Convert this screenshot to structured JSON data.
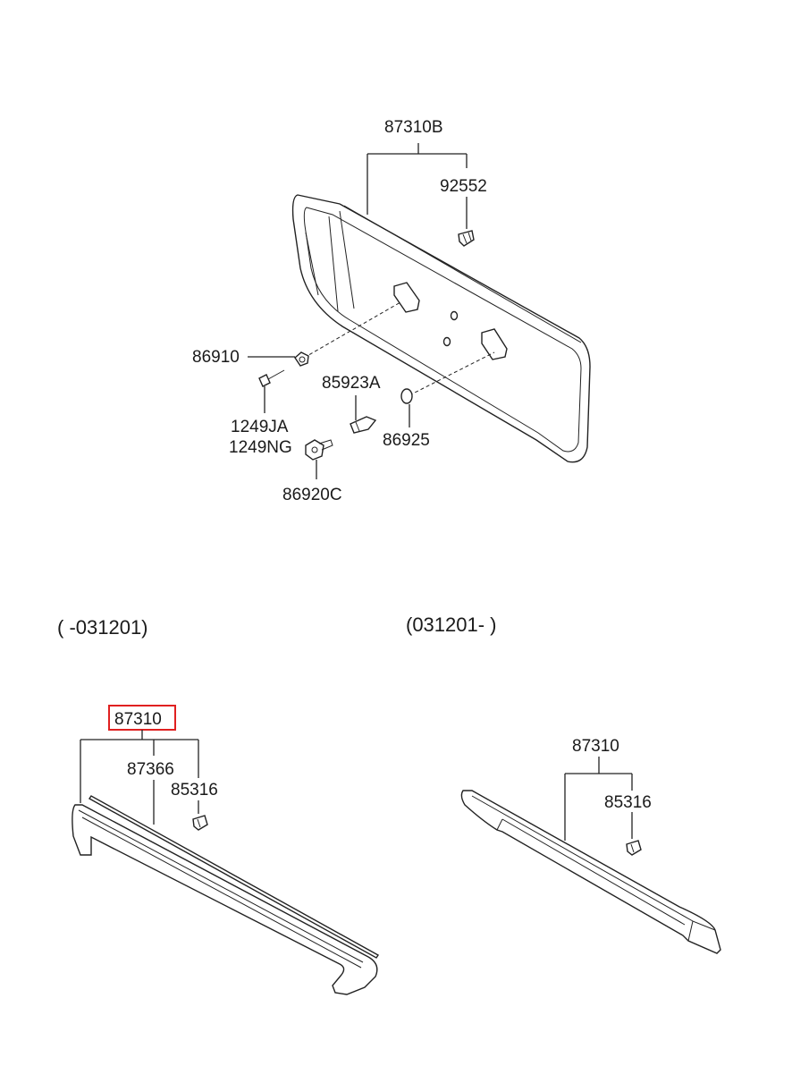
{
  "upper_assembly": {
    "labels": {
      "garnish_assy": "87310B",
      "clip_top": "92552",
      "bolt": "86910",
      "screw_codes": [
        "1249JA",
        "1249NG"
      ],
      "bushing": "85923A",
      "plug": "86925",
      "nut": "86920C"
    }
  },
  "variants": {
    "early": {
      "range": "( -031201)",
      "labels": {
        "garnish": "87310",
        "strip": "87366",
        "clip": "85316"
      },
      "highlighted": "87310"
    },
    "late": {
      "range": "(031201- )",
      "labels": {
        "garnish": "87310",
        "clip": "85316"
      }
    }
  },
  "colors": {
    "highlight": "#e02020",
    "line": "#222222"
  }
}
